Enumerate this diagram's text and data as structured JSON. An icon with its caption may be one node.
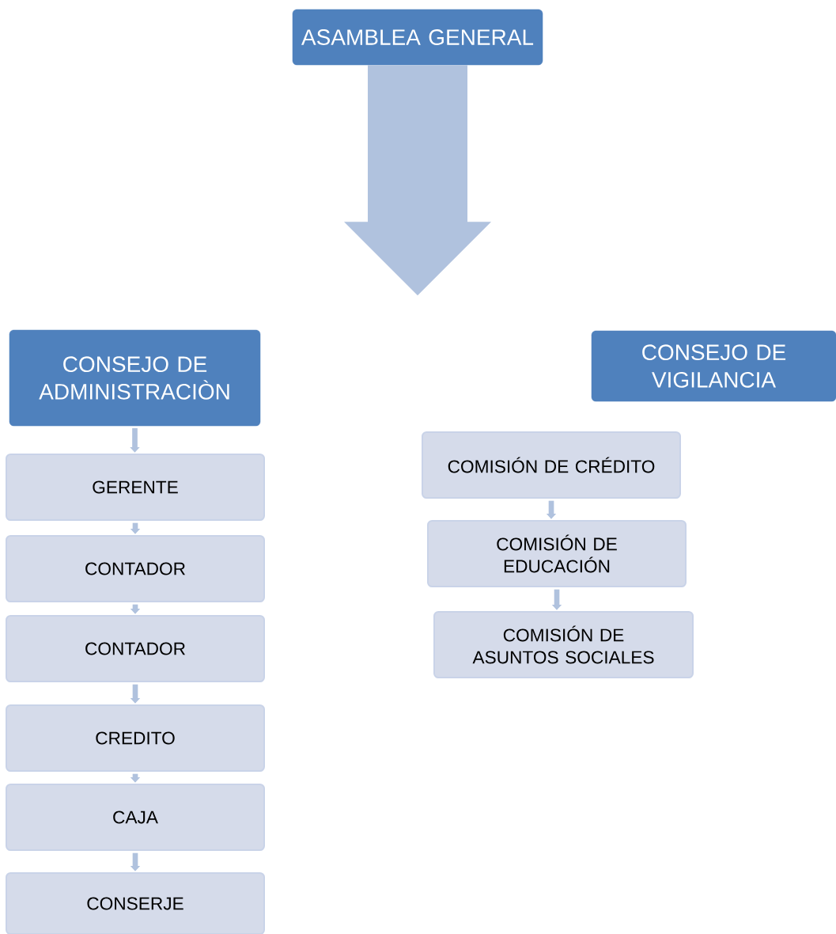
{
  "diagram": {
    "nodes": [
      {
        "text": [
          "ASAMBLEA GENERAL"
        ]
      },
      {
        "text": [
          "CONSEJO DE ADMINISTRACIÒN"
        ]
      },
      {
        "text": [
          "GERENTE"
        ]
      },
      {
        "text": [
          "CONTADOR"
        ]
      },
      {
        "text": [
          "CONTADOR"
        ]
      },
      {
        "text": [
          "CREDITO"
        ]
      },
      {
        "text": [
          "CAJA"
        ]
      },
      {
        "text": [
          "CONSERJE"
        ]
      },
      {
        "text": [
          "CONSEJO DE VIGILANCIA"
        ]
      },
      {
        "text": [
          "COMISIÓN DE CRÉDITO"
        ]
      },
      {
        "text": [
          "COMISIÓN DE EDUCACIÓN"
        ]
      },
      {
        "text": [
          "COMISIÓN DE ASUNTOS SOCIALES"
        ]
      }
    ],
    "edges": [
      {
        "from": 0,
        "to": null,
        "arrow": "to",
        "style": "thick"
      },
      {
        "from": 1,
        "to": 2,
        "arrow": "to"
      },
      {
        "from": 2,
        "to": 3,
        "arrow": "to"
      },
      {
        "from": 3,
        "to": 4,
        "arrow": "to"
      },
      {
        "from": 4,
        "to": 5,
        "arrow": "to"
      },
      {
        "from": 5,
        "to": 6,
        "arrow": "to"
      },
      {
        "from": 6,
        "to": 7,
        "arrow": "to"
      },
      {
        "from": 9,
        "to": 10,
        "arrow": "to"
      },
      {
        "from": 10,
        "to": 11,
        "arrow": "to"
      }
    ]
  }
}
